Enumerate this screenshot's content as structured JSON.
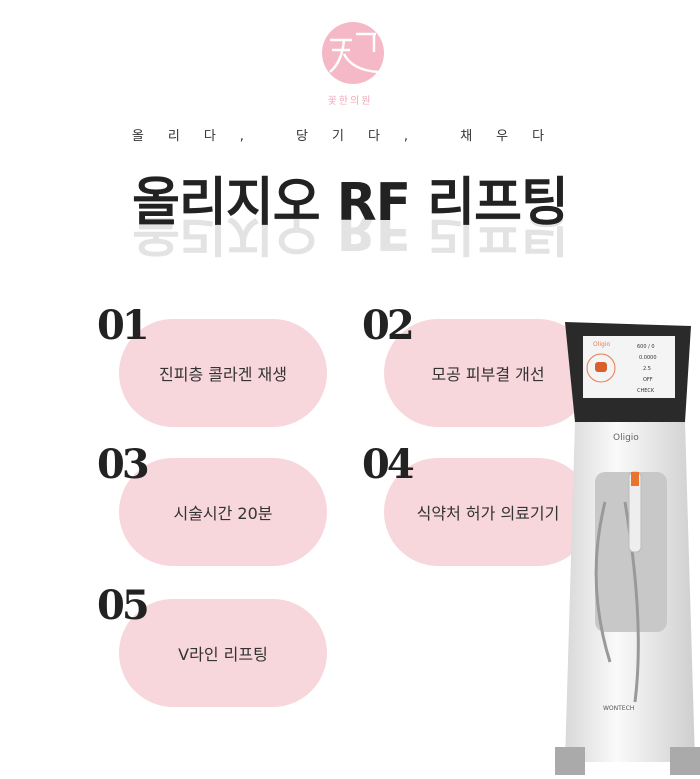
{
  "logo": {
    "text": "꽃한의원",
    "color": "#f5b8c6"
  },
  "tagline": "올리다, 당기다, 채우다",
  "title": "올리지오 RF 리프팅",
  "items": [
    {
      "num": "01",
      "label": "진피층 콜라겐 재생"
    },
    {
      "num": "02",
      "label": "모공 피부결 개선"
    },
    {
      "num": "03",
      "label": "시술시간 20분"
    },
    {
      "num": "04",
      "label": "식약처 허가 의료기기"
    },
    {
      "num": "05",
      "label": "V라인 리프팅"
    }
  ],
  "device": {
    "screen_brand": "Oligio",
    "body_brand": "Oligio",
    "maker": "WONTECH",
    "screen_values": [
      "600 / 0",
      "0.0000",
      "2.5",
      "OFF",
      "CHECK"
    ]
  },
  "colors": {
    "pill": "#f7d6dc",
    "accent": "#f5b8c6"
  }
}
